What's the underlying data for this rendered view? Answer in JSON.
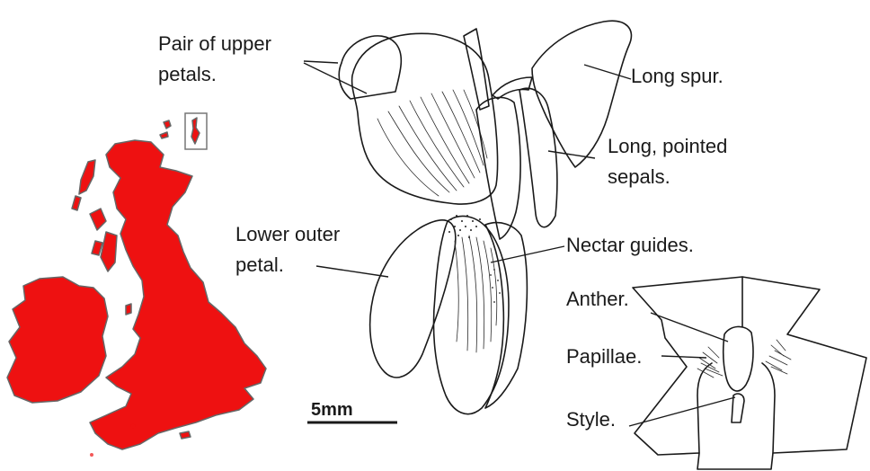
{
  "labels": {
    "upper_petals_line1": "Pair of upper",
    "upper_petals_line2": "petals.",
    "long_spur": "Long spur.",
    "sepals_line1": "Long, pointed",
    "sepals_line2": "sepals.",
    "lower_petal_line1": "Lower outer",
    "lower_petal_line2": "petal.",
    "nectar_guides": "Nectar guides.",
    "anther": "Anther.",
    "papillae": "Papillae.",
    "style": "Style."
  },
  "scale_bar": {
    "label": "5mm"
  },
  "colors": {
    "map_fill": "#ee1111",
    "ink": "#1a1a1a"
  }
}
